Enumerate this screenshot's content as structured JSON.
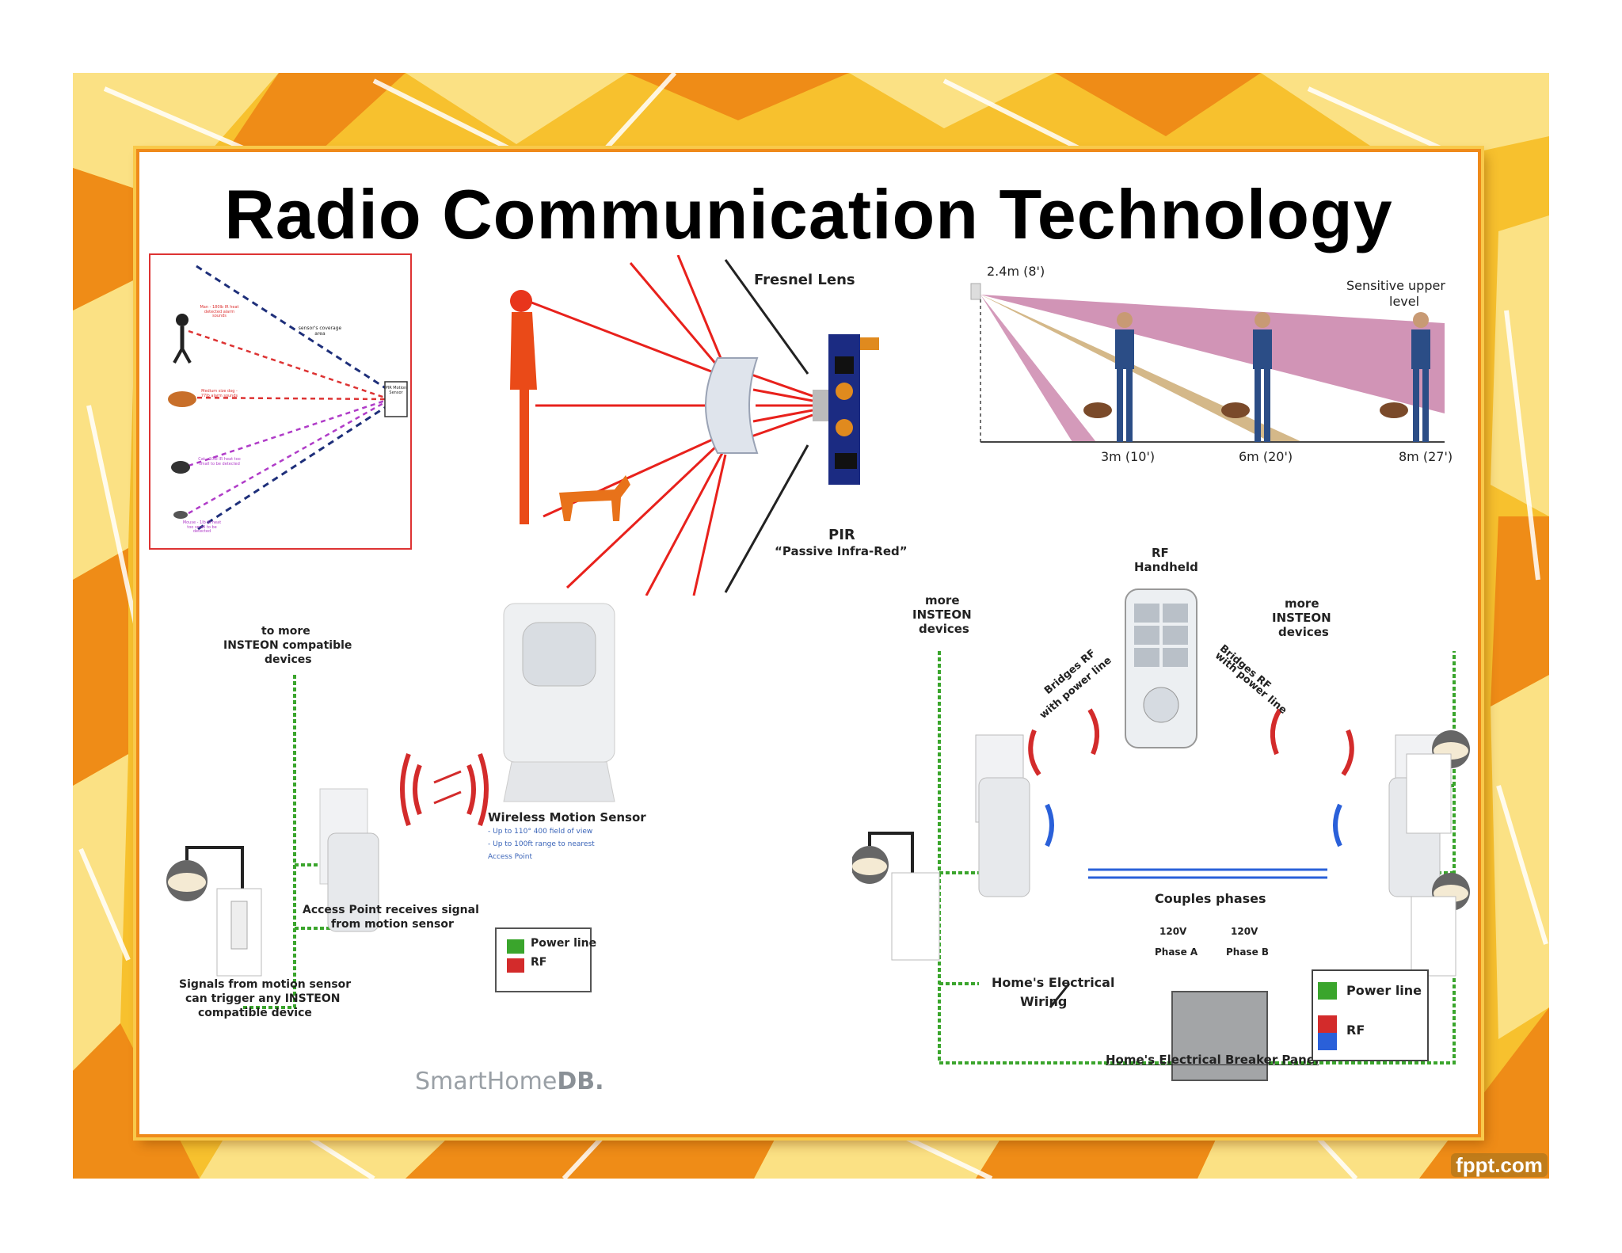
{
  "slide": {
    "title": "Radio Communication Technology",
    "footer_logo": "fppt.com"
  },
  "pir_coverage": {
    "labels": {
      "sensor_area": "sensor's coverage area",
      "sensor_box": "PIR Motion Sensor",
      "person": "Man - 180lb IR heat detected alarm sounds",
      "dog": "Medium size dog - 77lb alarm sounds",
      "cat": "Cat - 10lb IR heat too small to be detected",
      "mouse": "Mouse - 1lb IR heat too small to be detected"
    }
  },
  "fresnel": {
    "fresnel_lens": "Fresnel Lens",
    "pir": "PIR",
    "pir_full": "“Passive Infra-Red”"
  },
  "range": {
    "height": "2.4m (8')",
    "sensitive_upper": "Sensitive upper",
    "level": "level",
    "d1": "3m (10')",
    "d2": "6m (20')",
    "d3": "8m (27')"
  },
  "insteon_left": {
    "top": [
      "to more",
      "INSTEON compatible",
      "devices"
    ],
    "sensor_title": "Wireless Motion Sensor",
    "sensor_b1": "- Up to 110° 400 field of view",
    "sensor_b2": "- Up to 100ft range to nearest",
    "sensor_b3": "  Access Point",
    "access_point": [
      "Access Point receives signal",
      "from motion sensor"
    ],
    "signals": [
      "Signals from motion sensor",
      "can trigger any INSTEON",
      "compatible device"
    ],
    "legend_power": "Power line",
    "legend_rf": "RF",
    "brand_a": "SmartHome",
    "brand_b": "DB."
  },
  "insteon_right": {
    "rf_handheld": [
      "RF",
      "Handheld"
    ],
    "more_left": [
      "more",
      "INSTEON",
      "devices"
    ],
    "more_right": [
      "more",
      "INSTEON",
      "devices"
    ],
    "bridge_left": [
      "Bridges RF",
      "with power line"
    ],
    "bridge_right": [
      "Bridges RF",
      "with power line"
    ],
    "couples": "Couples phases",
    "v1": "120V",
    "v2": "120V",
    "phase_a": "Phase A",
    "phase_b": "Phase B",
    "wiring": [
      "Home's Electrical",
      "Wiring"
    ],
    "panel": "Home's Electrical Breaker Panel",
    "legend_power": "Power line",
    "legend_rf": "RF"
  },
  "colors": {
    "background_yellow": "#f6b521",
    "card_border": "#ef8a1a",
    "ray_red": "#e8211c",
    "power_green": "#3aa52c",
    "rf_red": "#d32b2b",
    "rf_blue": "#2a60d9"
  }
}
